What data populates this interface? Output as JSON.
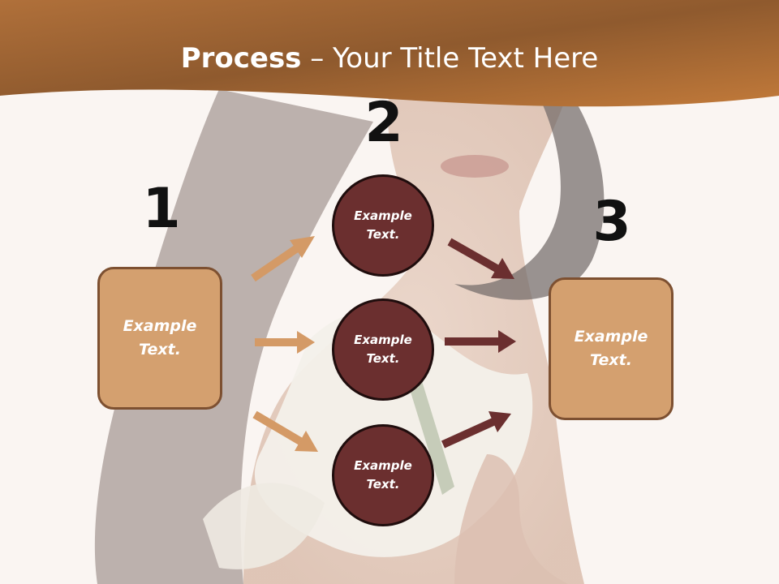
{
  "title": {
    "bold": "Process",
    "rest": " – Your Title Text Here"
  },
  "steps": [
    "1",
    "2",
    "3"
  ],
  "left_box": {
    "text": "Example Text."
  },
  "circles": [
    {
      "text": "Example Text."
    },
    {
      "text": "Example Text."
    },
    {
      "text": "Example Text."
    }
  ],
  "right_box": {
    "text": "Example Text."
  },
  "colors": {
    "header_bar": "#b8743a",
    "box_fill": "#d4a06f",
    "box_border": "#7d5031",
    "circle_fill": "#6b2f2f",
    "arrow_light": "#d49a66",
    "arrow_dark": "#6b2f2f"
  }
}
